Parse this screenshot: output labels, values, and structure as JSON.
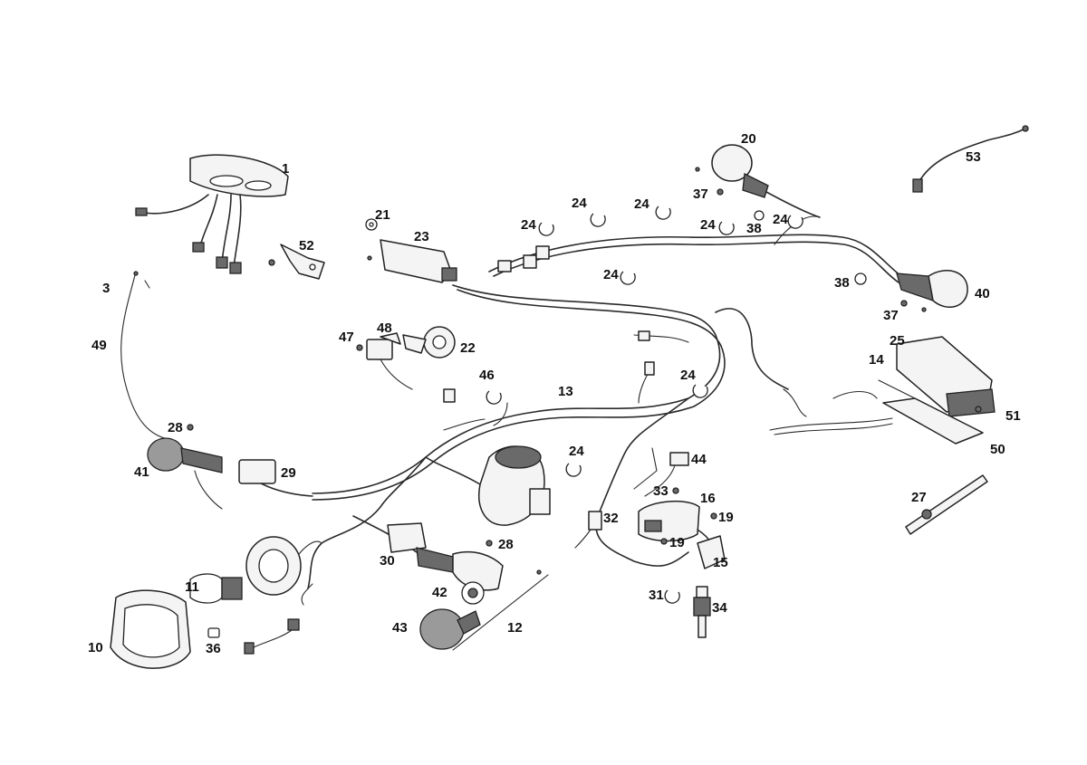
{
  "diagram": {
    "callouts": [
      "1",
      "52",
      "21",
      "23",
      "20",
      "37",
      "38",
      "53",
      "24",
      "40",
      "3",
      "49",
      "47",
      "48",
      "22",
      "46",
      "13",
      "25",
      "14",
      "51",
      "50",
      "28",
      "41",
      "29",
      "27",
      "44",
      "33",
      "16",
      "19",
      "32",
      "15",
      "30",
      "11",
      "42",
      "43",
      "12",
      "31",
      "34",
      "10",
      "36"
    ]
  }
}
